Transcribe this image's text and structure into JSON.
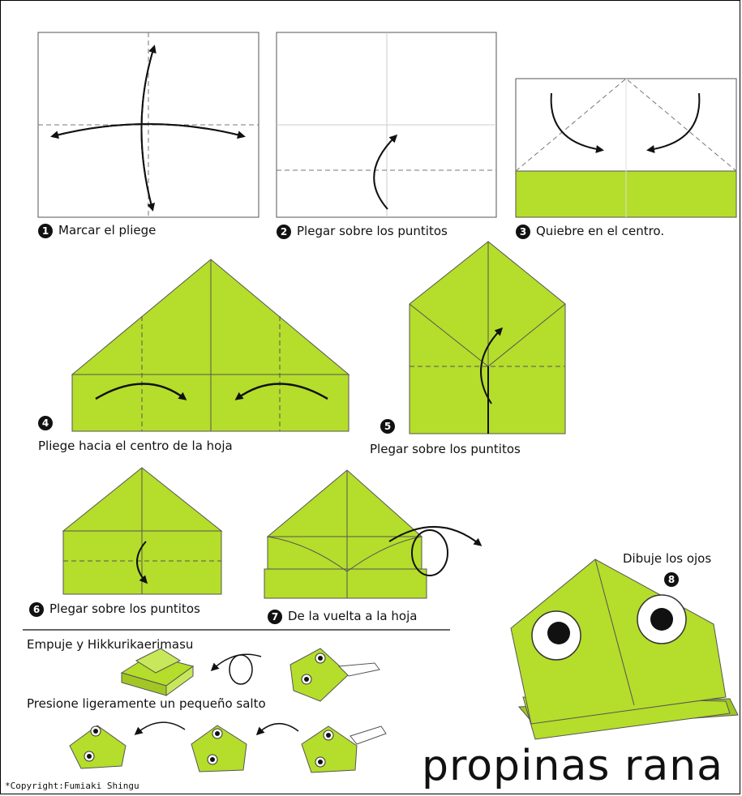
{
  "colors": {
    "paper": "#b5dd2b",
    "line": "#333333"
  },
  "steps": [
    {
      "number": "1",
      "label": "Marcar el pliege"
    },
    {
      "number": "2",
      "label": "Plegar sobre los puntitos"
    },
    {
      "number": "3",
      "label": "Quiebre en el centro."
    },
    {
      "number": "4",
      "label": "Pliege hacia el centro de la hoja"
    },
    {
      "number": "5",
      "label": "Plegar sobre los puntitos"
    },
    {
      "number": "6",
      "label": "Plegar sobre los puntitos"
    },
    {
      "number": "7",
      "label": "De la vuelta a la hoja"
    },
    {
      "number": "8",
      "label": "Dibuje los ojos"
    }
  ],
  "play": {
    "push_label": "Empuje y Hikkurikaerimasu",
    "press_label": "Presione ligeramente un pequeño salto"
  },
  "title": "propinas rana",
  "copyright": "*Copyright:Fumiaki Shingu"
}
